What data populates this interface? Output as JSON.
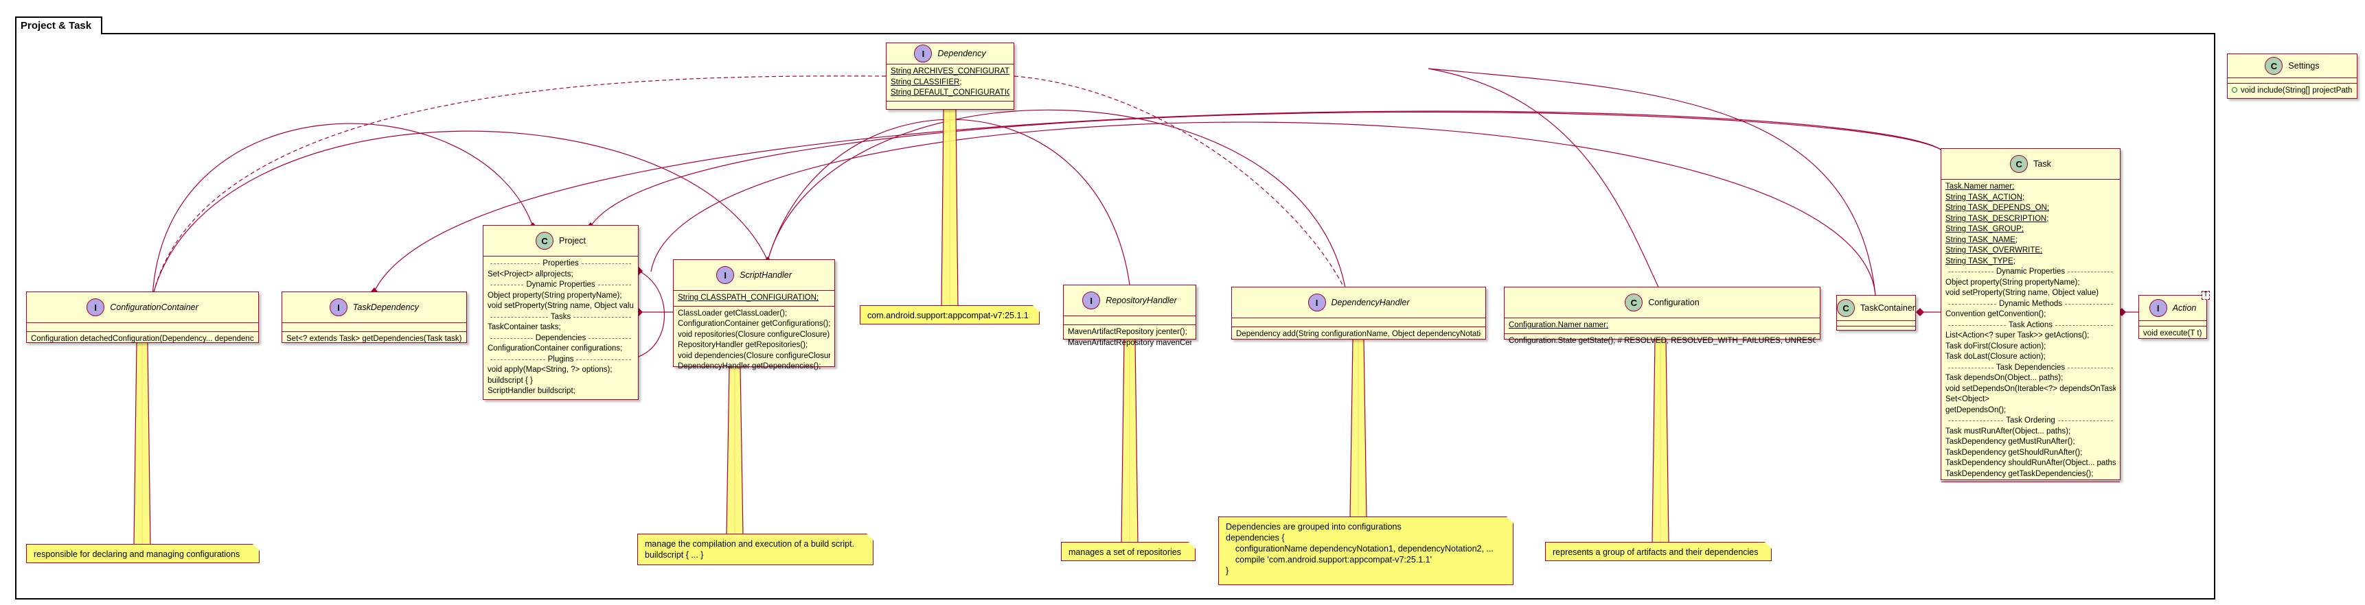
{
  "package": {
    "title": "Project & Task"
  },
  "classes": {
    "dependency": {
      "stereotype": "I",
      "name": "Dependency",
      "italic": true,
      "fields": [
        "String ARCHIVES_CONFIGURATION;",
        "String CLASSIFIER;",
        "String DEFAULT_CONFIGURATION;"
      ]
    },
    "configuration_container": {
      "stereotype": "I",
      "name": "ConfigurationContainer",
      "italic": true,
      "methods": [
        "Configuration detachedConfiguration(Dependency... dependencies)"
      ]
    },
    "task_dependency": {
      "stereotype": "I",
      "name": "TaskDependency",
      "italic": true,
      "methods": [
        "Set<? extends Task> getDependencies(Task task)"
      ]
    },
    "project": {
      "stereotype": "C",
      "name": "Project",
      "italic": false,
      "groups": [
        {
          "title": "Properties",
          "rows": [
            "Set<Project> allprojects;"
          ]
        },
        {
          "title": "Dynamic Properties",
          "rows": [
            "Object property(String propertyName);",
            "void setProperty(String name, Object value)"
          ]
        },
        {
          "title": "Tasks",
          "rows": [
            "TaskContainer tasks;"
          ]
        },
        {
          "title": "Dependencies",
          "rows": [
            "ConfigurationContainer configurations;"
          ]
        },
        {
          "title": "Plugins",
          "rows": [
            "void apply(Map<String, ?> options);",
            "buildscript { }",
            "ScriptHandler buildscript;"
          ]
        }
      ]
    },
    "script_handler": {
      "stereotype": "I",
      "name": "ScriptHandler",
      "italic": true,
      "fields": [
        "String CLASSPATH_CONFIGURATION;"
      ],
      "methods": [
        "ClassLoader getClassLoader();",
        "ConfigurationContainer getConfigurations();",
        "void repositories(Closure configureClosure);",
        "RepositoryHandler getRepositories();",
        "void dependencies(Closure configureClosure);",
        "DependencyHandler getDependencies();"
      ]
    },
    "repository_handler": {
      "stereotype": "I",
      "name": "RepositoryHandler",
      "italic": true,
      "methods": [
        "MavenArtifactRepository jcenter();",
        "MavenArtifactRepository mavenCentral()"
      ]
    },
    "dependency_handler": {
      "stereotype": "I",
      "name": "DependencyHandler",
      "italic": true,
      "methods": [
        "Dependency add(String configurationName, Object dependencyNotation);"
      ]
    },
    "configuration": {
      "stereotype": "C",
      "name": "Configuration",
      "italic": false,
      "fields": [
        "Configuration.Namer namer;"
      ],
      "methods": [
        "Configuration.State getState(); # RESOLVED, RESOLVED_WITH_FAILURES, UNRESOLVED"
      ]
    },
    "task_container": {
      "stereotype": "C",
      "name": "TaskContainer",
      "italic": false
    },
    "task": {
      "stereotype": "C",
      "name": "Task",
      "italic": false,
      "fields": [
        "Task.Namer namer;",
        "String TASK_ACTION;",
        "String TASK_DEPENDS_ON;",
        "String TASK_DESCRIPTION;",
        "String TASK_GROUP;",
        "String TASK_NAME;",
        "String TASK_OVERWRITE;",
        "String TASK_TYPE;"
      ],
      "groups": [
        {
          "title": "Dynamic Properties",
          "rows": [
            "Object property(String propertyName);",
            "void setProperty(String name, Object value)"
          ]
        },
        {
          "title": "Dynamic Methods",
          "rows": [
            "Convention getConvention();"
          ]
        },
        {
          "title": "Task Actions",
          "rows": [
            "List<Action<? super Task>> getActions();",
            "Task doFirst(Closure action);",
            "Task doLast(Closure action);"
          ]
        },
        {
          "title": "Task Dependencies",
          "rows": [
            "Task dependsOn(Object... paths);",
            "void setDependsOn(Iterable<?> dependsOnTasks);",
            "Set<Object>",
            "getDependsOn();"
          ]
        },
        {
          "title": "Task Ordering",
          "rows": [
            "Task mustRunAfter(Object... paths);",
            "TaskDependency getMustRunAfter();",
            "TaskDependency getShouldRunAfter();",
            "TaskDependency shouldRunAfter(Object... paths);",
            "TaskDependency getTaskDependencies();"
          ]
        }
      ]
    },
    "action": {
      "stereotype": "I",
      "name": "Action",
      "italic": true,
      "template": "T",
      "methods": [
        "void execute(T t)"
      ]
    },
    "settings": {
      "stereotype": "C",
      "name": "Settings",
      "italic": false,
      "methods": [
        "void include(String[] projectPaths);"
      ]
    }
  },
  "notes": {
    "appcompat": [
      "com.android.support:appcompat-v7:25.1.1"
    ],
    "configuration_container": [
      "responsible for declaring and managing configurations"
    ],
    "script_handler": [
      "manage the compilation and execution of a build script.",
      "buildscript { ... }"
    ],
    "repository_handler": [
      "manages a set of repositories"
    ],
    "dependency_handler": [
      "Dependencies are grouped into configurations",
      "dependencies {",
      "    configurationName dependencyNotation1, dependencyNotation2, ...",
      "    compile 'com.android.support:appcompat-v7:25.1.1'",
      "}"
    ],
    "configuration": [
      "represents a group of artifacts and their dependencies"
    ]
  },
  "colors": {
    "border": "#a80036",
    "class_fill": "#fefece",
    "note_fill": "#fbfb77",
    "interface_badge": "#b4a7e5",
    "class_badge": "#add1b2"
  }
}
